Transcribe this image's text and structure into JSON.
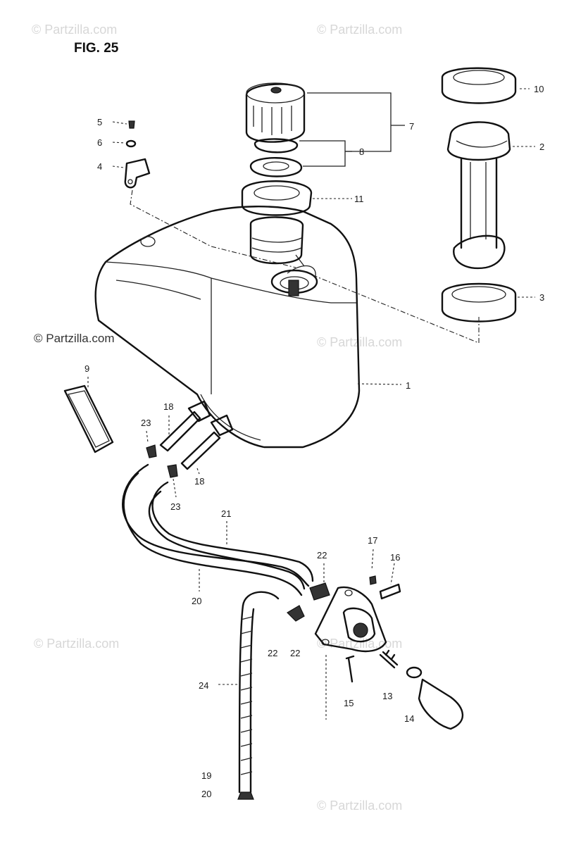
{
  "figure": {
    "title": "FIG. 25"
  },
  "watermarks": [
    "© Partzilla.com",
    "© Partzilla.com",
    "© Partzilla.com",
    "© Partzilla.com",
    "© Partzilla.com",
    "© Partzilla.com",
    "© Partzilla.com"
  ],
  "callouts": {
    "c1": "1",
    "c2": "2",
    "c3": "3",
    "c4": "4",
    "c5": "5",
    "c6": "6",
    "c7": "7",
    "c8": "8",
    "c9": "9",
    "c10": "10",
    "c11": "11",
    "c13": "13",
    "c14": "14",
    "c15": "15",
    "c16": "16",
    "c17": "17",
    "c18a": "18",
    "c18b": "18",
    "c19": "19",
    "c20a": "20",
    "c20b": "20",
    "c21": "21",
    "c22a": "22",
    "c22b": "22",
    "c22c": "22",
    "c23a": "23",
    "c23b": "23",
    "c24": "24"
  }
}
